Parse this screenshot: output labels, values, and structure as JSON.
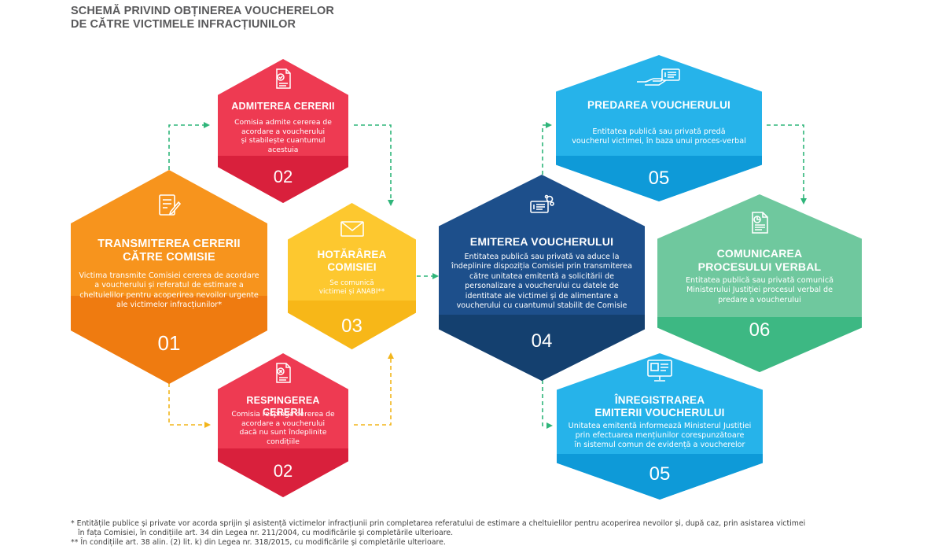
{
  "title": [
    "SCHEMĂ PRIVIND OBȚINEREA VOUCHERELOR",
    "DE CĂTRE VICTIMELE INFRACȚIUNILOR"
  ],
  "colors": {
    "orange": "#f7941d",
    "orange_band": "#ef7b10",
    "red": "#ee3a52",
    "red_band": "#d9203c",
    "yellow": "#fdc82f",
    "yellow_band": "#f7b718",
    "navy": "#1d4f8b",
    "navy_band": "#14406f",
    "blue": "#26b3ea",
    "blue_band": "#0e9ad8",
    "green": "#6fc89e",
    "green_band": "#3db883",
    "arrow_green": "#2fb57a",
    "arrow_yellow": "#f2b51b"
  },
  "steps": [
    {
      "id": "transmiterea",
      "icon": "form-pen-icon",
      "color": "orange",
      "title": [
        "TRANSMITEREA CERERII",
        "CĂTRE COMISIE"
      ],
      "desc": [
        "Victima transmite Comisiei cererea de acordare",
        "a voucherului și referatul de estimare a",
        "cheltuielilor pentru acoperirea nevoilor urgente",
        "ale victimelor infracțiunilor*"
      ],
      "number": "01"
    },
    {
      "id": "admiterea",
      "icon": "document-check-icon",
      "color": "red",
      "title": [
        "ADMITEREA CERERII"
      ],
      "desc": [
        "Comisia admite cererea de",
        "acordare a voucherului",
        "și stabilește cuantumul",
        "acestuia"
      ],
      "number": "02"
    },
    {
      "id": "respingerea",
      "icon": "document-reject-icon",
      "color": "red",
      "title": [
        "RESPINGEREA CERERII"
      ],
      "desc": [
        "Comisia respinge cererea de",
        "acordare a voucherului",
        "dacă nu sunt îndeplinite",
        "condițiile"
      ],
      "number": "02"
    },
    {
      "id": "hotararea",
      "icon": "envelope-icon",
      "color": "yellow",
      "title": [
        "HOTĂRÂREA",
        "COMISIEI"
      ],
      "desc": [
        "Se comunică",
        "victimei și ANABI**"
      ],
      "number": "03"
    },
    {
      "id": "emiterea",
      "icon": "voucher-card-icon",
      "color": "navy",
      "title": [
        "EMITEREA VOUCHERULUI"
      ],
      "desc": [
        "Entitatea publică sau privată va aduce la",
        "îndeplinire dispoziția Comisiei prin transmiterea",
        "către unitatea emitentă a solicitării de",
        "personalizare a voucherului cu datele de",
        "identitate ale victimei și de alimentare a",
        "voucherului cu cuantumul stabilit de Comisie"
      ],
      "number": "04"
    },
    {
      "id": "predarea",
      "icon": "hand-voucher-icon",
      "color": "blue",
      "title": [
        "PREDAREA VOUCHERULUI"
      ],
      "desc": [
        "Entitatea publică sau privată predă",
        "voucherul victimei, în baza unui proces-verbal"
      ],
      "number": "05"
    },
    {
      "id": "inregistrarea",
      "icon": "monitor-register-icon",
      "color": "blue",
      "title": [
        "ÎNREGISTRAREA",
        "EMITERII VOUCHERULUI"
      ],
      "desc": [
        "Unitatea emitentă informează Ministerul Justiției",
        "prin efectuarea mențiunilor corespunzătoare",
        "în sistemul comun de evidență a voucherelor"
      ],
      "number": "05"
    },
    {
      "id": "comunicarea",
      "icon": "report-document-icon",
      "color": "green",
      "title": [
        "COMUNICAREA",
        "PROCESULUI VERBAL"
      ],
      "desc": [
        "Entitatea publică sau privată comunică",
        "Ministerului Justiției procesul verbal de",
        "predare a voucherului"
      ],
      "number": "06"
    }
  ],
  "footnotes": [
    "* Entitățile publice și private vor acorda sprijin și asistență victimelor infracțiunii prin completarea referatului de estimare a cheltuielilor pentru acoperirea nevoilor și, după caz, prin asistarea victimei",
    "în fața Comisiei, în condițiile art. 34 din Legea nr. 211/2004, cu modificările și completările ulterioare.",
    "** În condițiile art. 38 alin. (2) lit. k) din Legea nr. 318/2015, cu modificările și completările ulterioare."
  ]
}
